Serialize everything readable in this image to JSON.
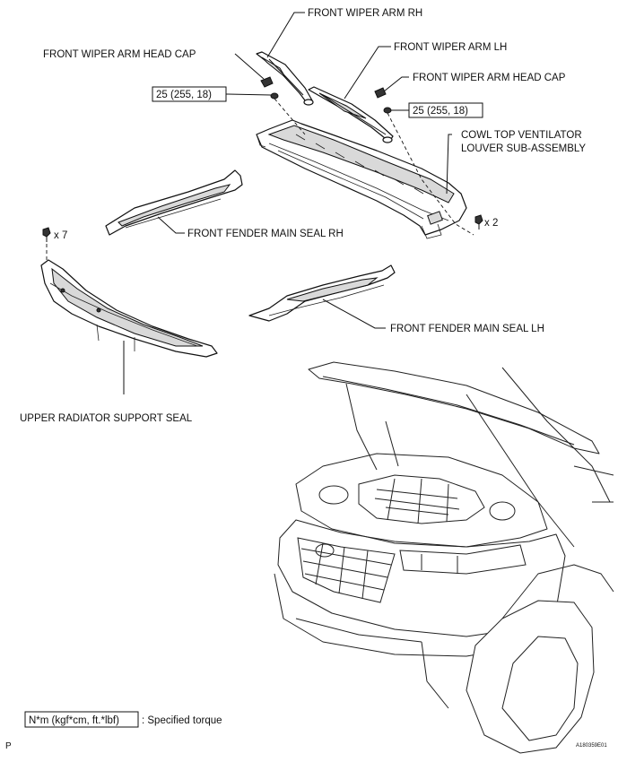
{
  "labels": {
    "front_wiper_arm_rh": "FRONT WIPER ARM RH",
    "front_wiper_arm_head_cap_left": "FRONT WIPER ARM HEAD CAP",
    "front_wiper_arm_lh": "FRONT WIPER ARM LH",
    "front_wiper_arm_head_cap_right": "FRONT WIPER ARM HEAD CAP",
    "cowl_top_line1": "COWL TOP VENTILATOR",
    "cowl_top_line2": "LOUVER SUB-ASSEMBLY",
    "front_fender_main_seal_rh": "FRONT FENDER MAIN SEAL RH",
    "front_fender_main_seal_lh": "FRONT FENDER MAIN SEAL LH",
    "upper_radiator_support_seal": "UPPER RADIATOR SUPPORT SEAL"
  },
  "torque": {
    "left": "25 (255, 18)",
    "right": "25 (255, 18)"
  },
  "clips": {
    "x7": "x 7",
    "x2": "x 2"
  },
  "legend": {
    "box_text": "N*m (kgf*cm, ft.*lbf)",
    "description": ": Specified torque"
  },
  "footer": {
    "left_mark": "P",
    "figure_id": "A180359E01"
  }
}
